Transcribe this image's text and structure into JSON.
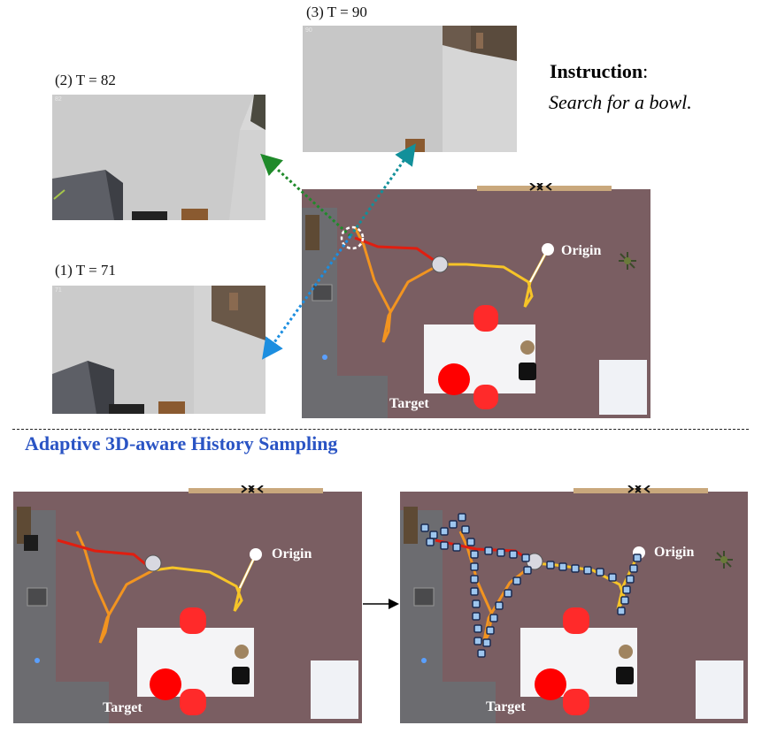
{
  "frames": [
    {
      "caption": "(3) T = 90",
      "num": "90"
    },
    {
      "caption": "(2) T = 82",
      "num": "82"
    },
    {
      "caption": "(1) T = 71",
      "num": "71"
    }
  ],
  "instruction": {
    "title": "Instruction",
    "colon": ":",
    "text": "Search for a bowl."
  },
  "section_title": "Adaptive 3D-aware History Sampling",
  "map_labels": {
    "origin": "Origin",
    "target": "Target"
  },
  "colors": {
    "floor": "#7a5e62",
    "section_title": "#2a54c4",
    "target": "#ff0000"
  }
}
